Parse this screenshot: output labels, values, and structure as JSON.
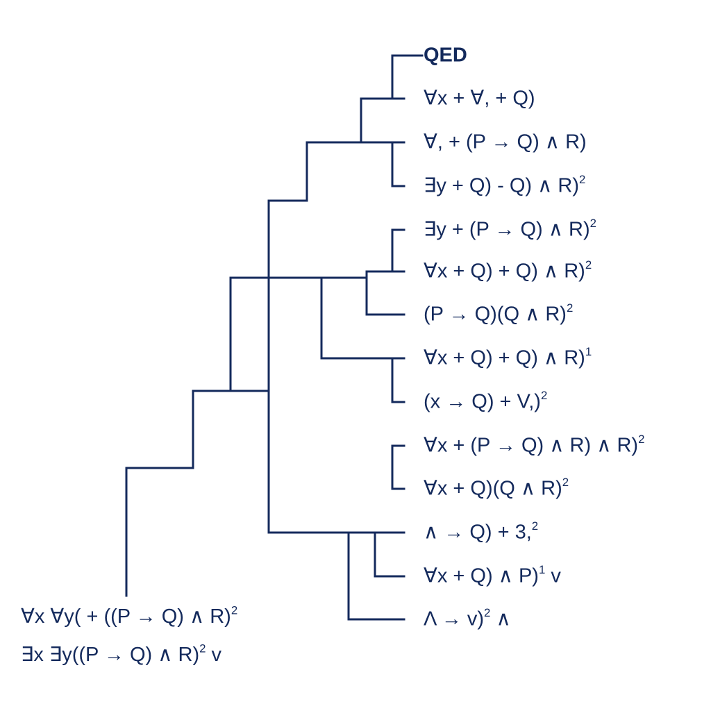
{
  "colors": {
    "ink": "#142a5c",
    "background": "#ffffff"
  },
  "conclusion": "QED",
  "leaves": [
    {
      "text": "∀x + ∀, + Q)",
      "sup": ""
    },
    {
      "text": "∀, + (P → Q) ∧ R)",
      "sup": ""
    },
    {
      "text": "∃y + Q) - Q) ∧ R)",
      "sup": "2"
    },
    {
      "text": "∃y + (P → Q) ∧ R)",
      "sup": "2"
    },
    {
      "text": "∀x + Q) + Q) ∧ R)",
      "sup": "2"
    },
    {
      "text": "(P → Q)(Q ∧ R)",
      "sup": "2"
    },
    {
      "text": "∀x + Q) + Q) ∧ R)",
      "sup": "1"
    },
    {
      "text": "(x → Q) + V,)",
      "sup": "2"
    },
    {
      "text": "∀x + (P → Q) ∧ R) ∧ R)",
      "sup": "2"
    },
    {
      "text": "∀x + Q)(Q ∧ R)",
      "sup": "2"
    },
    {
      "text": "∧ → Q) + 3,",
      "sup": "2"
    },
    {
      "text": "∀x + Q) ∧ P)",
      "sup": "1",
      "tail": " v"
    },
    {
      "text": " Λ → v)",
      "sup": "2",
      "tail": " ∧"
    }
  ],
  "root": {
    "line1": {
      "text": "∀x ∀y( + ((P → Q) ∧ R)",
      "sup": "2"
    },
    "line2": {
      "text": "∃x ∃y((P → Q) ∧ R)",
      "sup": "2",
      "tail": " v"
    }
  }
}
